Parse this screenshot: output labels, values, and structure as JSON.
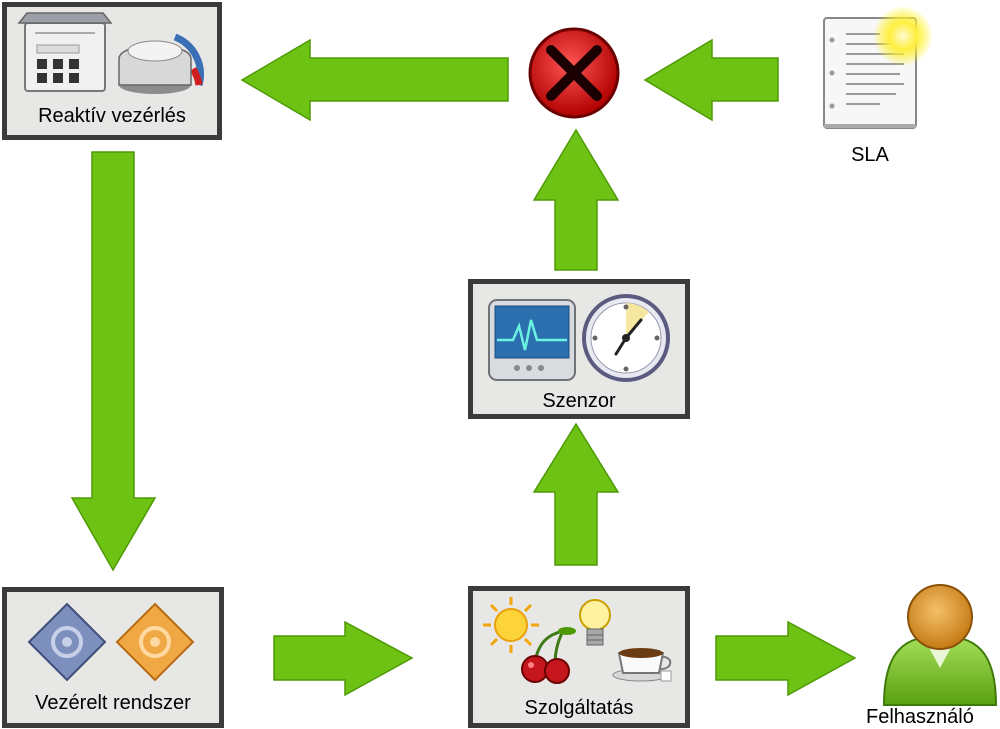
{
  "nodes": {
    "reactive_control": {
      "label": "Reaktív vezérlés"
    },
    "controlled_system": {
      "label": "Vezérelt rendszer"
    },
    "service": {
      "label": "Szolgáltatás"
    },
    "sensor": {
      "label": "Szenzor"
    },
    "sla": {
      "label": "SLA"
    },
    "user": {
      "label": "Felhasználó"
    }
  },
  "colors": {
    "arrow": "#6ec214",
    "arrow_border": "#4e9a06",
    "box_border": "#3b3b3b",
    "box_fill": "#e7e7e5",
    "error_red": "#e01b1b"
  },
  "icons": [
    "control-panel-icon",
    "dial-icon",
    "gear-diamond-icon",
    "sun-icon",
    "lightbulb-icon",
    "cherries-icon",
    "coffee-cup-icon",
    "monitor-icon",
    "clock-icon",
    "error-x-icon",
    "document-icon",
    "user-icon"
  ]
}
